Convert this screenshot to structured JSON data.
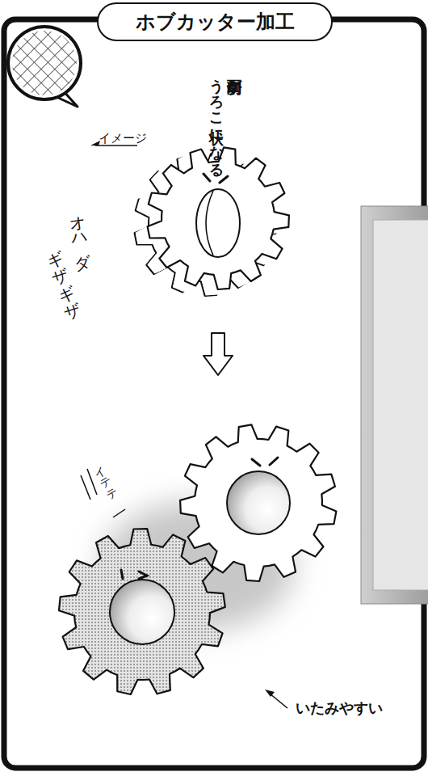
{
  "diagram": {
    "title": "ホブカッター加工",
    "labels": [
      "切削面が うろこ状になる",
      "イメージ",
      "オハダ",
      "ギザギザ",
      "イテテ",
      "いたみやすい"
    ]
  }
}
